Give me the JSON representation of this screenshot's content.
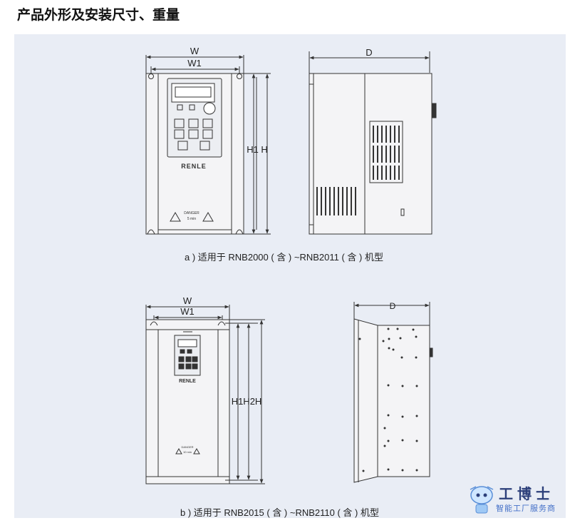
{
  "page": {
    "title": "产品外形及安装尺寸、重量"
  },
  "diagram_a": {
    "dim_w": "W",
    "dim_w1": "W1",
    "dim_h": "H1 H",
    "dim_d": "D",
    "brand": "RENLE",
    "warning_title": "DANGER",
    "warning_text": "5  min",
    "caption": "a ) 适用于 RNB2000 ( 含 ) ~RNB2011 ( 含 ) 机型"
  },
  "diagram_b": {
    "dim_w": "W",
    "dim_w1": "W1",
    "dim_h": "H1H2H",
    "dim_d": "D",
    "brand": "RENLE",
    "warning_title": "DANGER",
    "warning_text": "10 min",
    "caption": "b ) 适用于 RNB2015 ( 含 ) ~RNB2110 ( 含 ) 机型"
  },
  "watermark": {
    "name": "工博士",
    "subtitle": "智能工厂服务商"
  },
  "colors": {
    "panel_bg": "#e9edf5",
    "stroke": "#333333",
    "device_fill": "#f4f4f6",
    "watermark": "#2c3f7a"
  }
}
